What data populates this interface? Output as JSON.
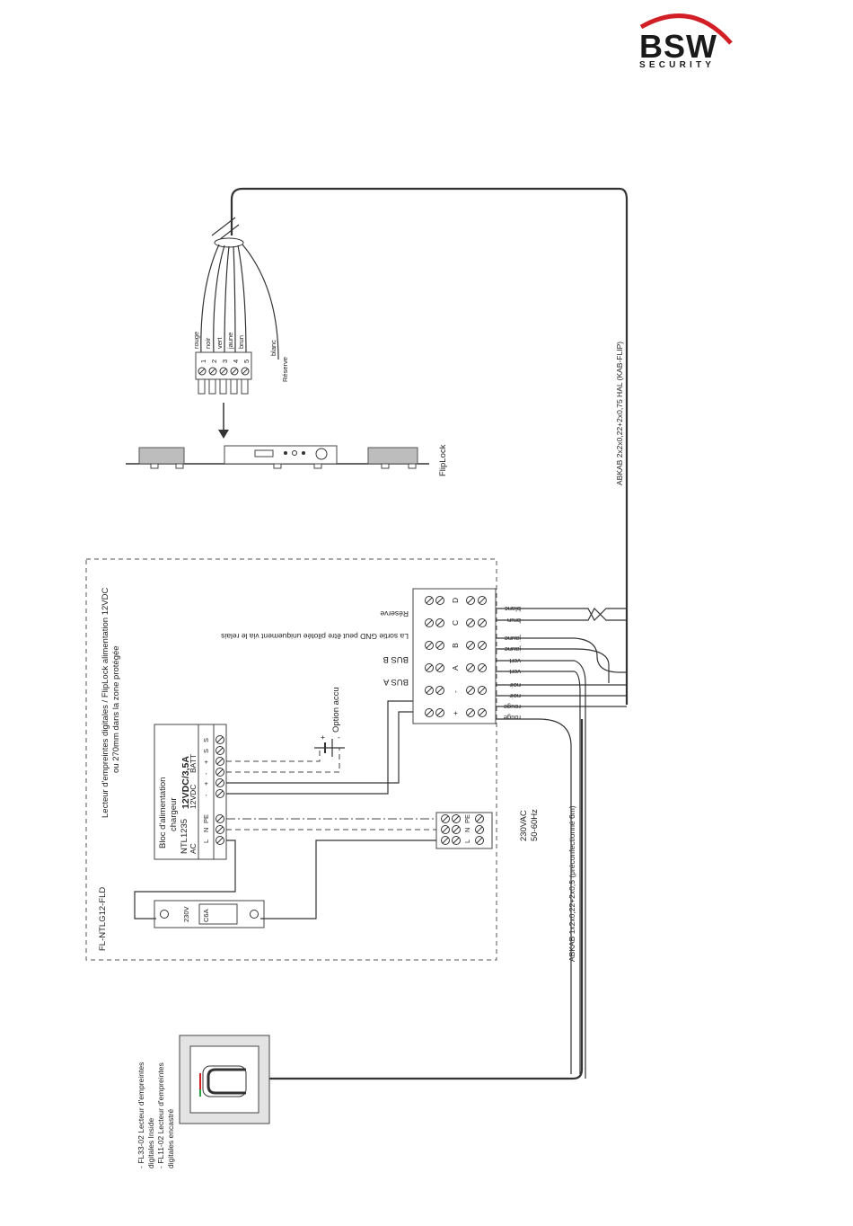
{
  "logo": {
    "brand": "BSW",
    "tagline": "SECURITY",
    "color": "#d21f26"
  },
  "flipper": {
    "wire_numbers": [
      "1",
      "2",
      "3",
      "4",
      "5"
    ],
    "wire_colors": [
      "rouge",
      "noir",
      "vert",
      "jaune",
      "brun",
      "blanc"
    ],
    "reserve_label": "Réserve",
    "device_label": "FlipLock"
  },
  "cables": {
    "top": "ABKAB 2x2x0,22+2x0,75 HAL (KAB-FLIP)",
    "bottom": "ABKAB 1x2x0,22+2x0,5 (préconfectionné 6m)"
  },
  "enclosure": {
    "title_line1": "Lecteur d'empreintes digitales / FlipLock alimentation 12VDC",
    "title_line2": "ou 270mm dans la zone protégée",
    "model": "FL-NTLG12-FLD"
  },
  "psu": {
    "title": "Bloc d'alimentation",
    "subtitle": "chargeur",
    "model": "NTL1235",
    "spec": "12VDC/3,5A",
    "ac_label": "AC",
    "dc_label": "12VDC",
    "bat_label": "BATT",
    "ac_terminals": [
      "L",
      "N",
      "PE"
    ],
    "dc_terminals": [
      "-",
      "+",
      "-",
      "+",
      "S",
      "S"
    ]
  },
  "breaker": {
    "rating": "C6A",
    "spec": "230V"
  },
  "accu": {
    "label": "Option accu",
    "plus": "+",
    "minus": "-"
  },
  "terminal_block": {
    "labels": [
      "+",
      "-",
      "A",
      "B",
      "C",
      "D"
    ],
    "bus_a": "BUS A",
    "bus_b": "BUS B",
    "gnd_note": "La sortie GND peut être pilotée uniquement via le relais",
    "reserve": "Réserve"
  },
  "wire_tags": [
    "rouge",
    "rouge",
    "noir",
    "noir",
    "vert",
    "vert",
    "jaune",
    "jaune",
    "brun",
    "blanc"
  ],
  "mains": {
    "voltage": "230VAC",
    "freq": "50-60Hz",
    "terminals": [
      "L",
      "N",
      "PE"
    ]
  },
  "reader": {
    "line1": "- FL33-02 Lecteur d'empreintes",
    "line2": "  digitales Inside",
    "line3": "- FL11-02 Lecteur d'empreintes",
    "line4": "  digitales encastré"
  }
}
